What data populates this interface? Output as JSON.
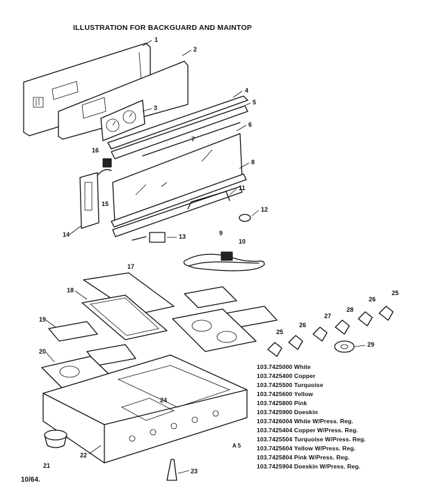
{
  "title": "ILLUSTRATION FOR BACKGUARD AND MAINTOP",
  "callouts": [
    "1",
    "2",
    "3",
    "4",
    "5",
    "6",
    "7",
    "8",
    "9",
    "10",
    "11",
    "12",
    "13",
    "14",
    "15",
    "16",
    "17",
    "18",
    "19",
    "20",
    "21",
    "22",
    "23",
    "24",
    "25",
    "26",
    "27",
    "28",
    "25",
    "26",
    "29"
  ],
  "models": [
    "103.7425000 White",
    "103.7425400 Copper",
    "103.7425500 Turquoise",
    "103.7425600 Yellow",
    "103.7425800 Pink",
    "103.7425900 Doeskin",
    "103.7426004 White W/Press. Reg.",
    "103.7425404 Copper W/Press. Reg.",
    "103.7425504 Turquoise W/Press. Reg.",
    "103.7425604 Yellow W/Press. Reg.",
    "103.7425804 Pink W/Press. Reg.",
    "103.7425904 Doeskin W/Press. Reg."
  ],
  "footer": {
    "date": "10/64.",
    "code": "A 5"
  }
}
